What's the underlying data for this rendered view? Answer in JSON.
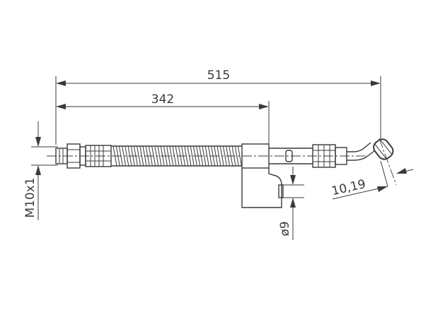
{
  "drawing": {
    "dimensions": {
      "overall_length": "515",
      "length_to_bracket": "342",
      "thread_spec": "M10x1",
      "fitting_diameter": "ø9",
      "banjo_size": "10,19"
    },
    "line_color": "#3a3a3a",
    "background_color": "#ffffff"
  }
}
